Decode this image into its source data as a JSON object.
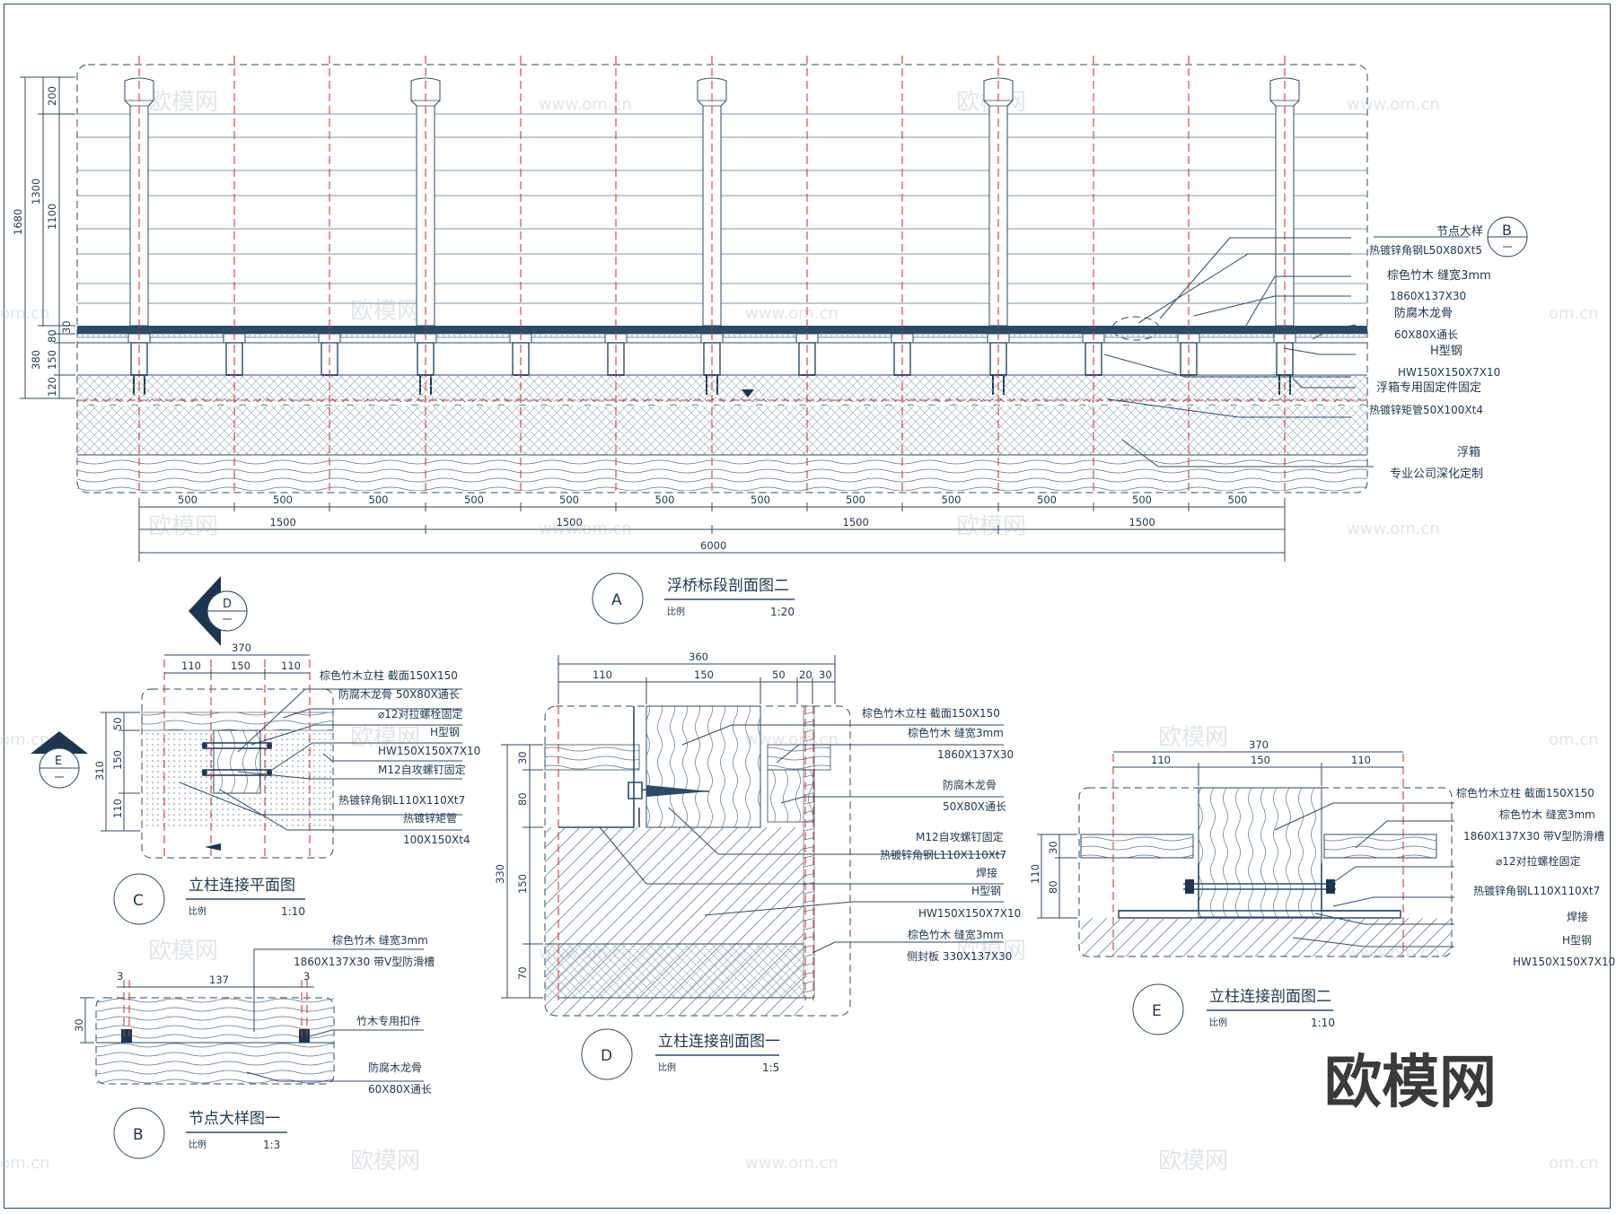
{
  "section_A": {
    "leader_labels": [
      "节点大样",
      "热镀锌角钢L50X80Xt5",
      "棕色竹木 缝宽3mm",
      "1860X137X30",
      "防腐木龙骨",
      "60X80X通长",
      "H型钢",
      "HW150X150X7X10",
      "浮箱专用固定件固定",
      "热镀锌矩管50X100Xt4",
      "浮箱",
      "专业公司深化定制"
    ],
    "callout_letter": "B",
    "vertical_dims": [
      "1680",
      "1300",
      "200",
      "1100",
      "30",
      "80",
      "150",
      "380",
      "120"
    ],
    "bottom_dims_500": [
      "500",
      "500",
      "500",
      "500",
      "500",
      "500",
      "500",
      "500",
      "500",
      "500",
      "500",
      "500"
    ],
    "bottom_dims_1500": [
      "1500",
      "1500",
      "1500",
      "1500"
    ],
    "total_dim": "6000",
    "title_letter": "A",
    "title": "浮桥标段剖面图二",
    "scale_label": "比例",
    "scale": "1:20"
  },
  "section_C": {
    "top_dims": [
      "370",
      "110",
      "150",
      "110"
    ],
    "left_dims": [
      "310",
      "50",
      "150",
      "110"
    ],
    "labels": [
      "棕色竹木立柱 截面150X150",
      "防腐木龙骨 50X80X通长",
      "⌀12对拉螺栓固定",
      "H型钢",
      "HW150X150X7X10",
      "M12自攻螺钉固定",
      "热镀锌角钢L110X110Xt7",
      "热镀锌矩管",
      "100X150Xt4"
    ],
    "marker_D": "D",
    "marker_E": "E",
    "title_letter": "C",
    "title": "立柱连接平面图",
    "scale_label": "比例",
    "scale": "1:10"
  },
  "section_B": {
    "dims": [
      "3",
      "137",
      "3",
      "30"
    ],
    "labels": [
      "棕色竹木 缝宽3mm",
      "1860X137X30 带V型防滑槽",
      "竹木专用扣件",
      "防腐木龙骨",
      "60X80X通长"
    ],
    "title_letter": "B",
    "title": "节点大样图一",
    "scale_label": "比例",
    "scale": "1:3"
  },
  "section_D": {
    "top_dims": [
      "360",
      "110",
      "150",
      "50",
      "20",
      "30"
    ],
    "left_dims": [
      "330",
      "30",
      "80",
      "150",
      "70"
    ],
    "labels": [
      "棕色竹木立柱 截面150X150",
      "棕色竹木 缝宽3mm",
      "1860X137X30",
      "防腐木龙骨",
      "50X80X通长",
      "M12自攻螺钉固定",
      "热镀锌角钢L110X110Xt7",
      "焊接",
      "H型钢",
      "HW150X150X7X10",
      "棕色竹木 缝宽3mm",
      "侧封板 330X137X30"
    ],
    "title_letter": "D",
    "title": "立柱连接剖面图一",
    "scale_label": "比例",
    "scale": "1:5"
  },
  "section_E": {
    "top_dims": [
      "370",
      "110",
      "150",
      "110"
    ],
    "left_dims": [
      "110",
      "30",
      "80"
    ],
    "labels": [
      "棕色竹木立柱 截面150X150",
      "棕色竹木 缝宽3mm",
      "1860X137X30 带V型防滑槽",
      "⌀12对拉螺栓固定",
      "热镀锌角钢L110X110Xt7",
      "焊接",
      "H型钢",
      "HW150X150X7X10"
    ],
    "title_letter": "E",
    "title": "立柱连接剖面图二",
    "scale_label": "比例",
    "scale": "1:10"
  },
  "watermarks": {
    "cn": "欧模网",
    "url": "www.om.cn",
    "edge": "om.cn"
  },
  "logo": "欧模网",
  "colors": {
    "line": "#2b4a66",
    "centerline": "#d23a3a",
    "text": "#1e3550"
  }
}
